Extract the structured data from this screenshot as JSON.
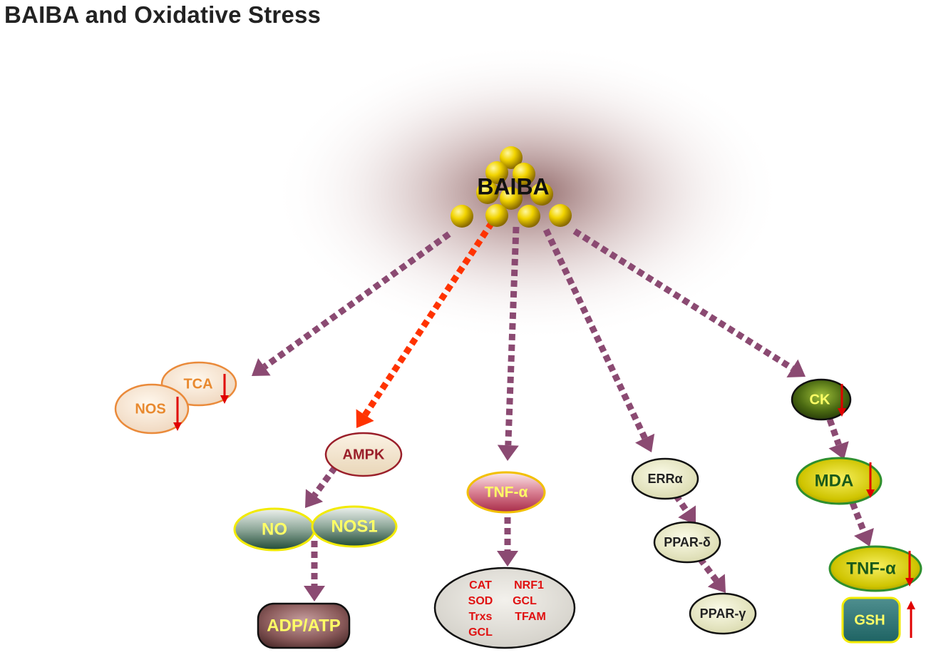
{
  "title": "BAIBA and Oxidative Stress",
  "center": {
    "label": "BAIBA"
  },
  "branches": [
    {
      "id": "tca-branch",
      "nodes": [
        {
          "label": "TCA",
          "change": "down"
        },
        {
          "label": "NOS",
          "change": "down"
        }
      ]
    },
    {
      "id": "ampk-branch",
      "nodes": [
        {
          "label": "AMPK"
        },
        {
          "label": "NO"
        },
        {
          "label": "NOS1"
        },
        {
          "label": "ADP/ATP"
        }
      ]
    },
    {
      "id": "tnf-branch",
      "nodes": [
        {
          "label": "TNF-α"
        },
        {
          "label": "CAT"
        },
        {
          "label": "SOD"
        },
        {
          "label": "Trxs"
        },
        {
          "label": "GCL"
        },
        {
          "label": "NRF1"
        },
        {
          "label": "GCL"
        },
        {
          "label": "TFAM"
        }
      ]
    },
    {
      "id": "err-branch",
      "nodes": [
        {
          "label": "ERRα"
        },
        {
          "label": "PPAR-δ"
        },
        {
          "label": "PPAR-γ"
        }
      ]
    },
    {
      "id": "ck-branch",
      "nodes": [
        {
          "label": "CK",
          "change": "down"
        },
        {
          "label": "MDA",
          "change": "down"
        },
        {
          "label": "TNF-α",
          "change": "down"
        },
        {
          "label": "GSH",
          "change": "up"
        }
      ]
    }
  ],
  "colors": {
    "arrow_default": "#8b4a72",
    "arrow_highlight": "#ff3300",
    "change_indicator": "#e00000",
    "sphere": "#f2d400"
  }
}
